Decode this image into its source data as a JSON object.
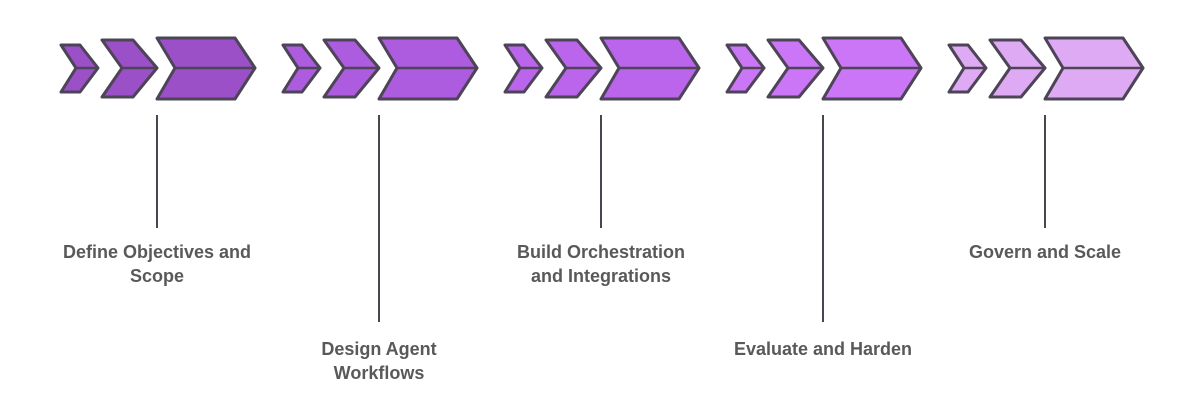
{
  "diagram": {
    "type": "process-chevron-timeline",
    "background": "#ffffff",
    "colors": {
      "outline": "#4d4458",
      "connector": "#47474f",
      "label_text": "#595959"
    },
    "stages": [
      {
        "label": "Define Objectives and Scope",
        "fill": "#9b50c8",
        "label_position": "upper"
      },
      {
        "label": "Design Agent Workflows",
        "fill": "#ad5ce0",
        "label_position": "lower"
      },
      {
        "label": "Build Orchestration and Integrations",
        "fill": "#bb65ec",
        "label_position": "upper"
      },
      {
        "label": "Evaluate and Harden",
        "fill": "#cb76f6",
        "label_position": "lower"
      },
      {
        "label": "Govern and Scale",
        "fill": "#dfaaf4",
        "label_position": "upper"
      }
    ]
  }
}
